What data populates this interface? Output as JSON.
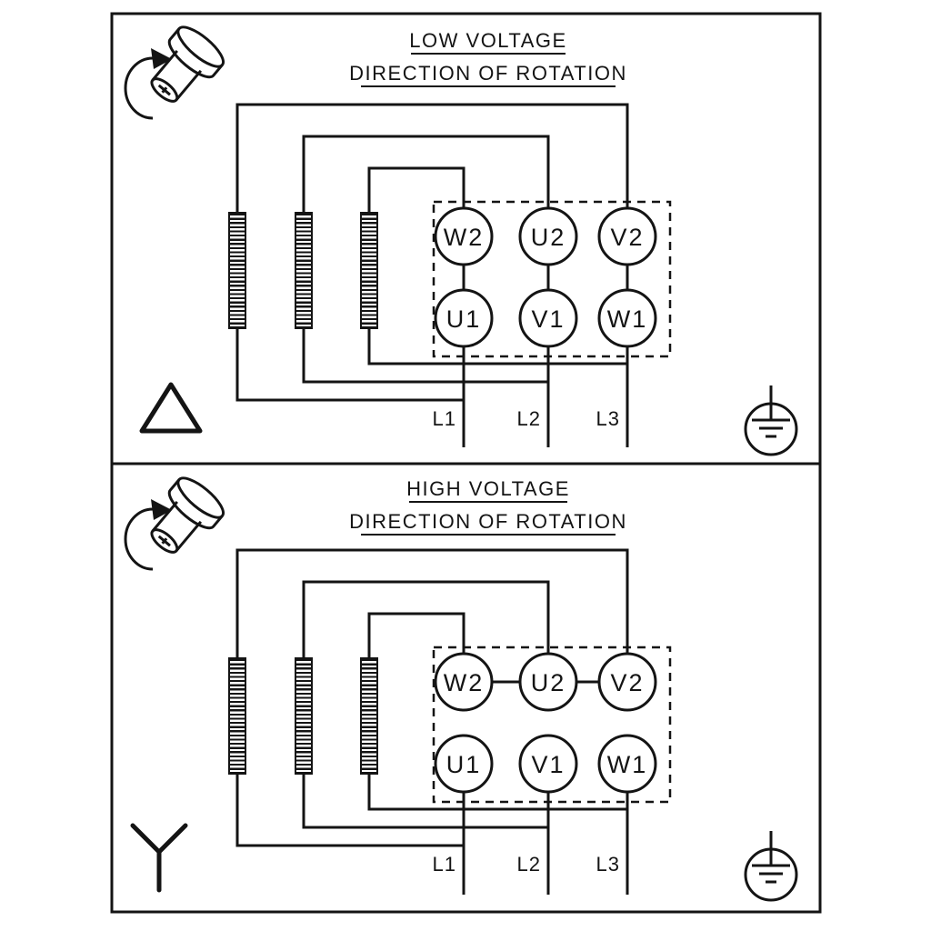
{
  "page": {
    "background": "#ffffff",
    "line_color": "#141414"
  },
  "icons": {
    "rotation": "motor-shaft-with-rotation-arrow",
    "low_connection": "delta-triangle",
    "high_connection": "star-wye",
    "earth": "earth-ground-in-circle"
  },
  "panels": [
    {
      "title": "LOW VOLTAGE",
      "subtitle": "DIRECTION OF ROTATION",
      "connection": "delta",
      "terminals_top": [
        "W2",
        "U2",
        "V2"
      ],
      "terminals_bottom": [
        "U1",
        "V1",
        "W1"
      ],
      "supply_lines": [
        "L1",
        "L2",
        "L3"
      ]
    },
    {
      "title": "HIGH VOLTAGE",
      "subtitle": "DIRECTION OF ROTATION",
      "connection": "star",
      "terminals_top": [
        "W2",
        "U2",
        "V2"
      ],
      "terminals_bottom": [
        "U1",
        "V1",
        "W1"
      ],
      "supply_lines": [
        "L1",
        "L2",
        "L3"
      ]
    }
  ]
}
